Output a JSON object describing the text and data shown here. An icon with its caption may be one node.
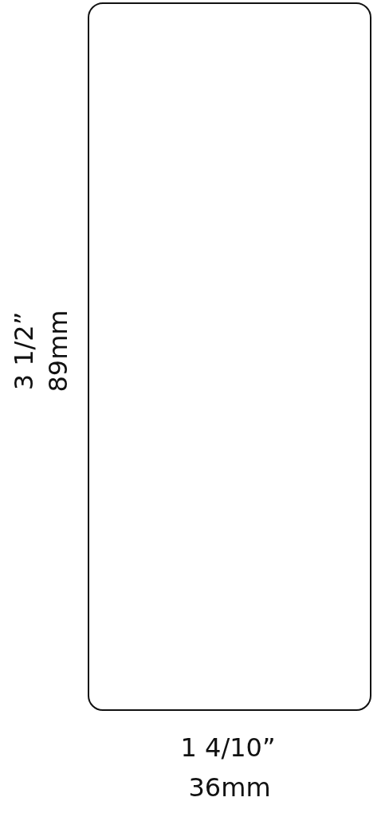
{
  "diagram": {
    "nodes": [
      {
        "text": [],
        "shape": "box"
      }
    ],
    "labels": [
      "3 1/2”",
      "89mm",
      "1 4/10”",
      "36mm"
    ]
  }
}
